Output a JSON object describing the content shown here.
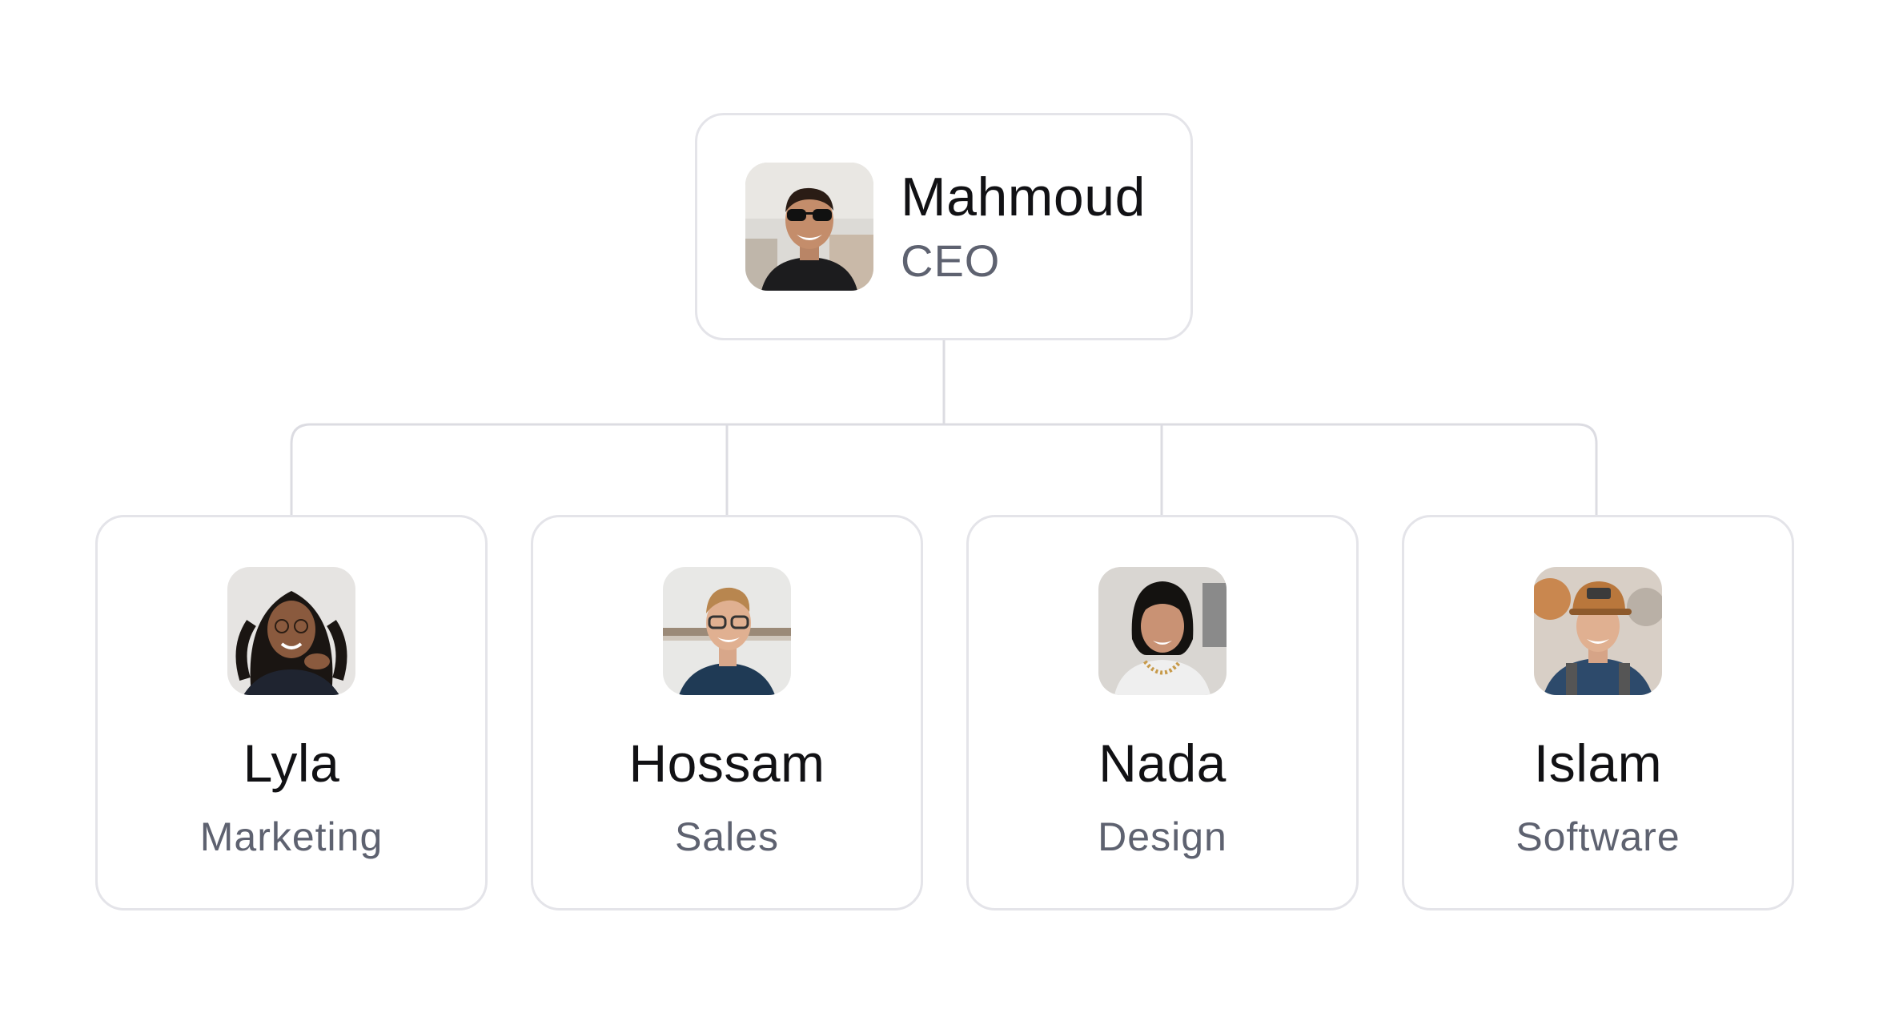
{
  "colors": {
    "card_border": "#e4e4e9",
    "connector": "#dcdce2",
    "name_text": "#111114",
    "role_text": "#5e6270"
  },
  "root": {
    "name": "Mahmoud",
    "role": "CEO",
    "avatar": "avatar-mahmoud-photo"
  },
  "reports": [
    {
      "name": "Lyla",
      "role": "Marketing",
      "avatar": "avatar-lyla-photo"
    },
    {
      "name": "Hossam",
      "role": "Sales",
      "avatar": "avatar-hossam-photo"
    },
    {
      "name": "Nada",
      "role": "Design",
      "avatar": "avatar-nada-photo"
    },
    {
      "name": "Islam",
      "role": "Software",
      "avatar": "avatar-islam-photo"
    }
  ]
}
